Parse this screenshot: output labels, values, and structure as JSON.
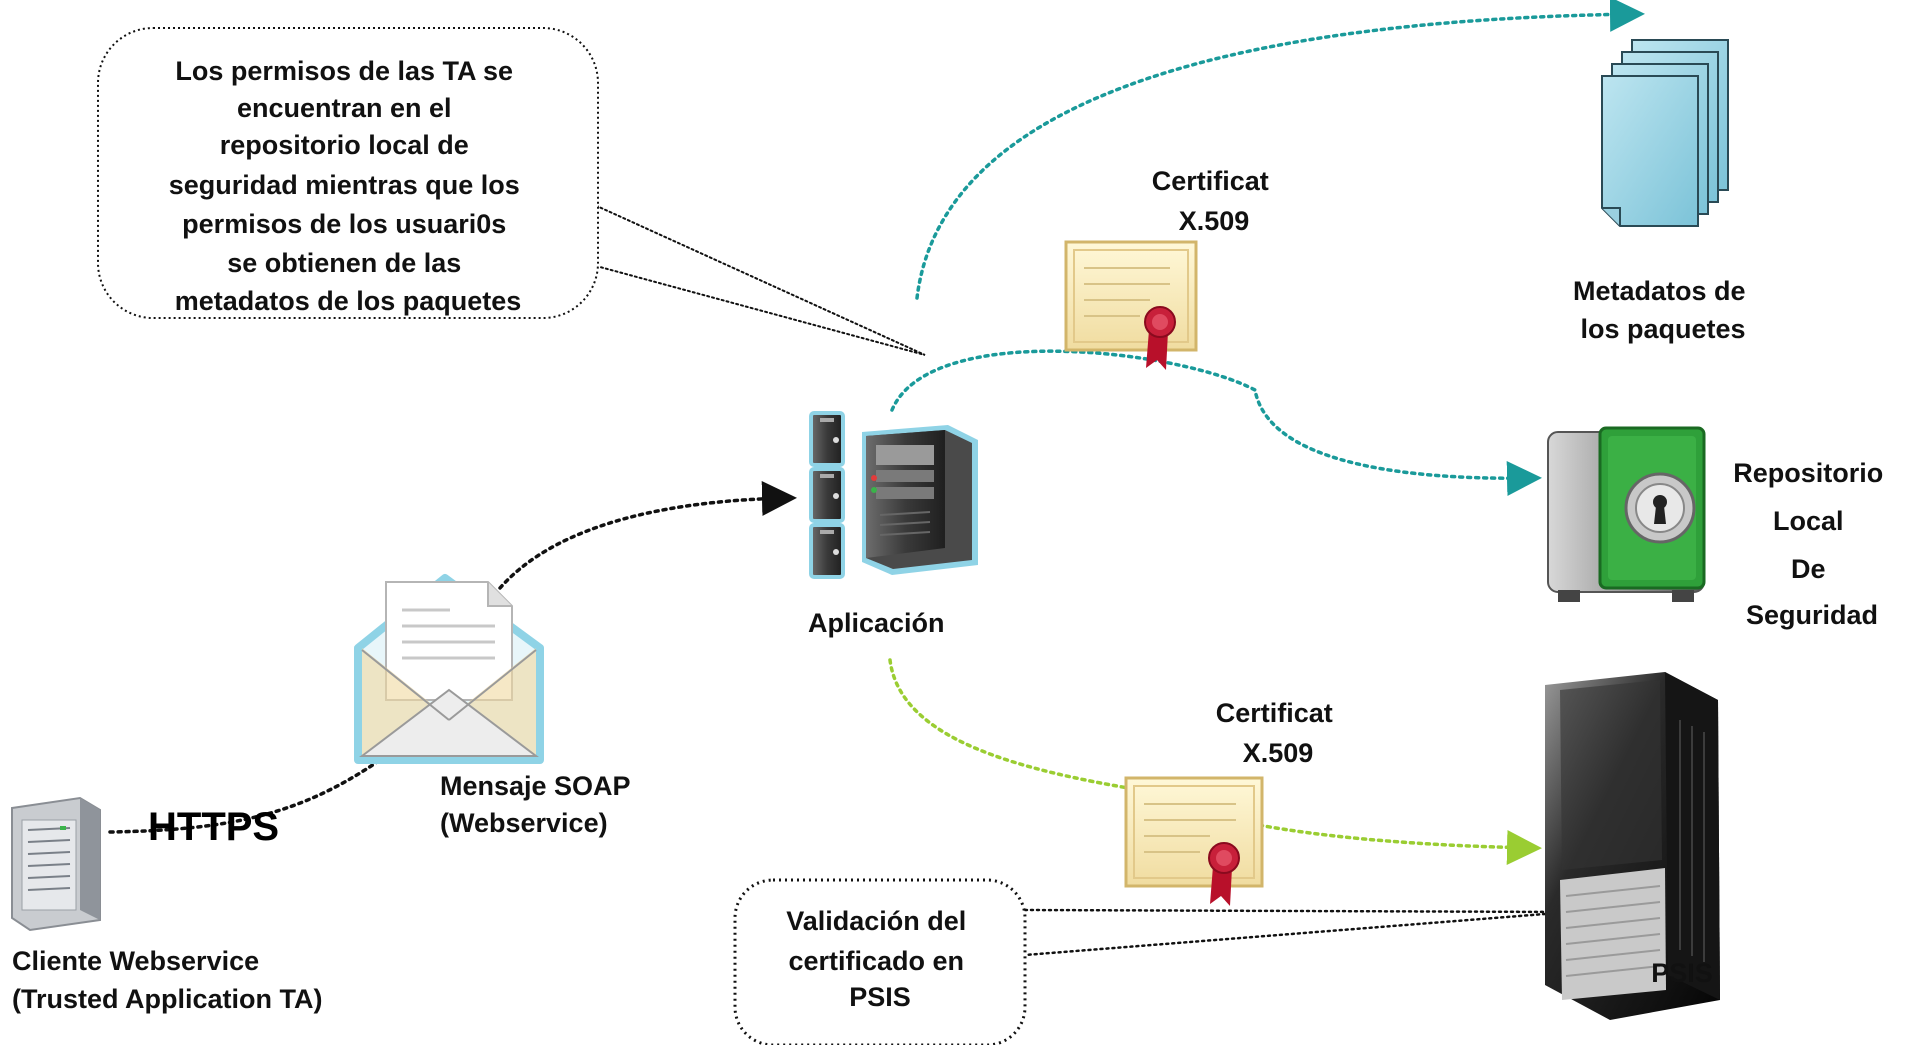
{
  "callouts": {
    "top": [
      "Los permisos de las TA se",
      "encuentran en el",
      "repositorio local de",
      "seguridad mientras que los",
      "permisos de los usuari0s",
      "se obtienen de las",
      "metadatos de los paquetes"
    ],
    "bottom": [
      "Validación del",
      "certificado en",
      "PSIS"
    ]
  },
  "labels": {
    "https": "HTTPS",
    "client": [
      "Cliente Webservice",
      "(Trusted Application TA)"
    ],
    "soap": [
      "Mensaje SOAP",
      "(Webservice)"
    ],
    "app": "Aplicación",
    "cert_top": [
      "Certificat",
      "X.509"
    ],
    "cert_bottom": [
      "Certificat",
      "X.509"
    ],
    "metadata": [
      "Metadatos de",
      "los paquetes"
    ],
    "repo": [
      "Repositorio",
      "Local",
      "De",
      "Seguridad"
    ],
    "psis": "PSIS"
  },
  "colors": {
    "teal": "#1a9a9a",
    "green": "#9acd32",
    "dark": "#111111"
  },
  "icons": [
    "client-server-icon",
    "envelope-icon",
    "application-server-icon",
    "certificate-icon",
    "documents-icon",
    "safe-icon",
    "psis-server-icon"
  ]
}
